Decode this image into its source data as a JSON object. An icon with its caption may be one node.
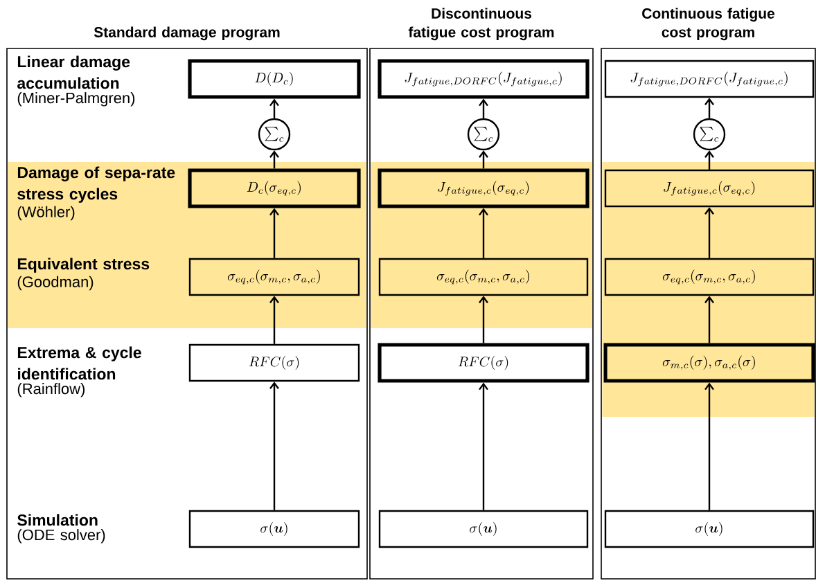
{
  "diagram": {
    "nodes": [
      {
        "text": [
          "Standard damage program"
        ]
      },
      {
        "text": [
          "D(D_c)"
        ],
        "in": 0
      },
      {
        "text": [
          "\\sum_c"
        ],
        "in": 0
      },
      {
        "text": [
          "D_c(\\sigma_{eq,c})"
        ],
        "in": 0
      },
      {
        "text": [
          "\\sigma_{eq,c}(\\sigma_{m,c},\\sigma_{a,c})"
        ],
        "in": 0
      },
      {
        "text": [
          "RFC(\\sigma)"
        ],
        "in": 0
      },
      {
        "text": [
          "\\sigma(\\boldsymbol{u})"
        ],
        "in": 0
      },
      {
        "text": [
          "Discontinuous fatigue cost program"
        ]
      },
      {
        "text": [
          "J_{fatigue,DORFC}(J_{fatigue,c})"
        ],
        "in": 7
      },
      {
        "text": [
          "\\sum_c"
        ],
        "in": 7
      },
      {
        "text": [
          "J_{fatigue,c}(\\sigma_{eq,c})"
        ],
        "in": 7
      },
      {
        "text": [
          "\\sigma_{eq,c}(\\sigma_{m,c},\\sigma_{a,c})"
        ],
        "in": 7
      },
      {
        "text": [
          "RFC(\\sigma)"
        ],
        "in": 7
      },
      {
        "text": [
          "\\sigma(\\boldsymbol{u})"
        ],
        "in": 7
      },
      {
        "text": [
          "Continuous fatigue cost program"
        ]
      },
      {
        "text": [
          "J_{fatigue,DORFC}(J_{fatigue,c})"
        ],
        "in": 14
      },
      {
        "text": [
          "\\sum_c"
        ],
        "in": 14
      },
      {
        "text": [
          "J_{fatigue,c}(\\sigma_{eq,c})"
        ],
        "in": 14
      },
      {
        "text": [
          "\\sigma_{eq,c}(\\sigma_{m,c},\\sigma_{a,c})"
        ],
        "in": 14
      },
      {
        "text": [
          "\\sigma_{m,c}(\\sigma),\\sigma_{a,c}(\\sigma)"
        ],
        "in": 14
      },
      {
        "text": [
          "\\sigma(\\boldsymbol{u})"
        ],
        "in": 14
      }
    ],
    "edges": [
      {
        "from": 6,
        "to": 5,
        "arrow": "to"
      },
      {
        "from": 5,
        "to": 4,
        "arrow": "to"
      },
      {
        "from": 4,
        "to": 3,
        "arrow": "to"
      },
      {
        "from": 3,
        "to": 2,
        "arrow": "to"
      },
      {
        "from": 2,
        "to": 1,
        "arrow": "to"
      },
      {
        "from": 13,
        "to": 12,
        "arrow": "to"
      },
      {
        "from": 12,
        "to": 11,
        "arrow": "to"
      },
      {
        "from": 11,
        "to": 10,
        "arrow": "to"
      },
      {
        "from": 10,
        "to": 9,
        "arrow": "to"
      },
      {
        "from": 9,
        "to": 8,
        "arrow": "to"
      },
      {
        "from": 20,
        "to": 19,
        "arrow": "to"
      },
      {
        "from": 19,
        "to": 18,
        "arrow": "to"
      },
      {
        "from": 18,
        "to": 17,
        "arrow": "to"
      },
      {
        "from": 17,
        "to": 16,
        "arrow": "to"
      },
      {
        "from": 16,
        "to": 15,
        "arrow": "to"
      }
    ],
    "labels": [
      "Linear damage accumulation",
      "(Miner-Palmgren)",
      "Damage of sepa-rate stress cycles",
      "(Wöhler)",
      "Equivalent stress",
      "(Goodman)",
      "Extrema & cycle identification",
      "(Rainflow)",
      "Simulation",
      "(ODE solver)"
    ]
  }
}
